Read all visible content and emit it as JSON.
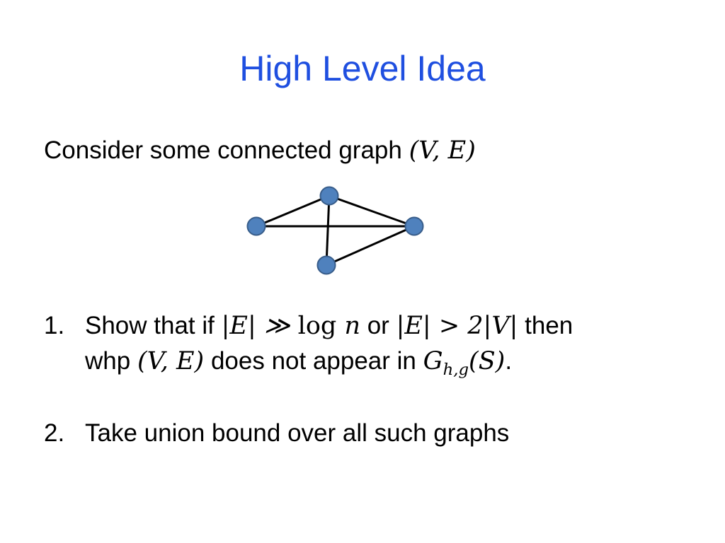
{
  "slide": {
    "title": "High Level Idea",
    "title_color": "#1F4FE0",
    "intro": {
      "text": "Consider some connected graph ",
      "math": "(V, E)"
    },
    "graph": {
      "node_color": "#4F81BD",
      "node_stroke": "#385D8A"
    },
    "items": [
      {
        "number": "1.",
        "line1_prefix": "Show that if ",
        "line1_math_a": "|E| ≫ ",
        "line1_math_log": "log",
        "line1_math_n": " n",
        "line1_or": " or ",
        "line1_math_b": "|E| > 2|V|",
        "line1_suffix": " then",
        "line2_prefix": "whp ",
        "line2_math_a": "(V, E)",
        "line2_middle": " does not appear in ",
        "line2_math_G": "G",
        "line2_math_sub": "h,g",
        "line2_math_S": "(S)",
        "line2_suffix": "."
      },
      {
        "number": "2.",
        "text": "Take union bound over all such graphs"
      }
    ]
  }
}
